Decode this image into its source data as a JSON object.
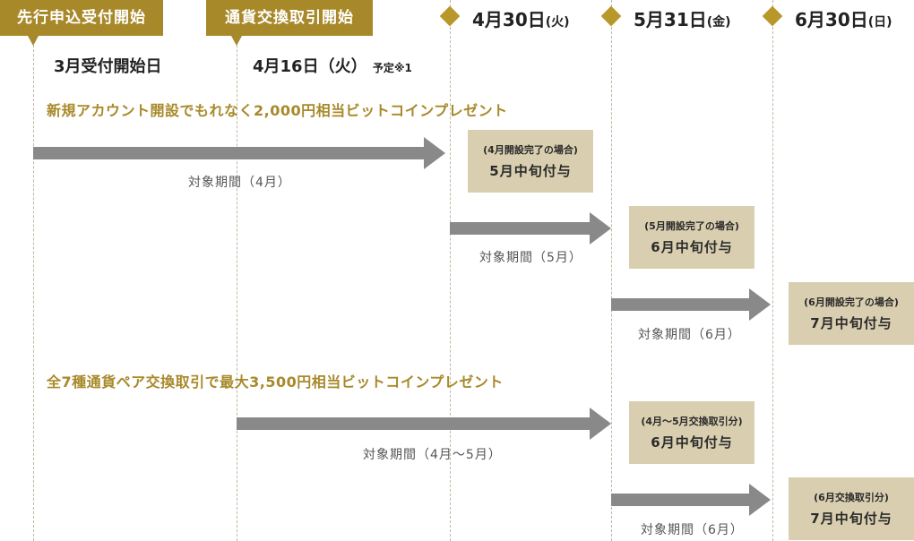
{
  "header": {
    "tag_preorder": "先行申込受付開始",
    "tag_trading": "通貨交換取引開始",
    "milestones": [
      {
        "date": "4月30日",
        "dow": "(火)"
      },
      {
        "date": "5月31日",
        "dow": "(金)"
      },
      {
        "date": "6月30日",
        "dow": "(日)"
      }
    ]
  },
  "dates": {
    "preorder_date": "3月受付開始日",
    "trading_date": "4月16日（火）",
    "trading_note": "予定※1"
  },
  "campaign1": {
    "headline": "新規アカウント開設でもれなく2,000円相当ビットコインプレゼント",
    "rows": [
      {
        "period": "対象期間（4月）",
        "condition": "(4月開設完了の場合)",
        "grant": "5月中旬付与"
      },
      {
        "period": "対象期間（5月）",
        "condition": "(5月開設完了の場合)",
        "grant": "6月中旬付与"
      },
      {
        "period": "対象期間（6月）",
        "condition": "(6月開設完了の場合)",
        "grant": "7月中旬付与"
      }
    ]
  },
  "campaign2": {
    "headline": "全7種通貨ペア交換取引で最大3,500円相当ビットコインプレゼント",
    "rows": [
      {
        "period": "対象期間（4月〜5月）",
        "condition": "(4月〜5月交換取引分)",
        "grant": "6月中旬付与"
      },
      {
        "period": "対象期間（6月）",
        "condition": "(6月交換取引分)",
        "grant": "7月中旬付与"
      }
    ]
  },
  "colors": {
    "gold": "#a8892a",
    "arrow_gray": "#898989",
    "box_beige": "#d9cfb0"
  }
}
